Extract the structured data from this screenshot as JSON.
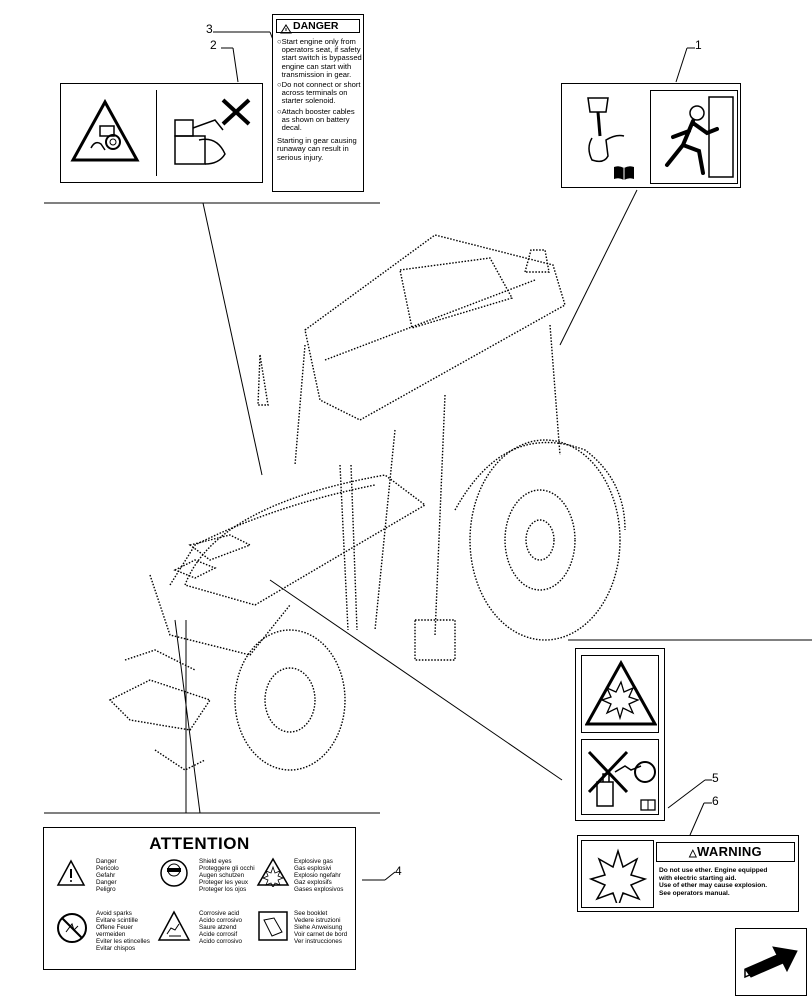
{
  "callouts": [
    "1",
    "2",
    "3",
    "4",
    "5",
    "6"
  ],
  "danger_decal": {
    "title": "DANGER",
    "items": [
      "Start engine only from operators seat, if safety start switch is bypassed engine can start with transmission in gear.",
      "Do not connect or short across terminals on starter solenoid.",
      "Attach booster cables as shown on battery decal."
    ],
    "footer": "Starting in gear causing runaway can result in serious injury."
  },
  "attention_decal": {
    "title": "ATTENTION",
    "cells": [
      [
        "Danger",
        "Pericolo",
        "Gefahr",
        "Danger",
        "Peligro"
      ],
      [
        "Shield eyes",
        "Proteggere gli occhi",
        "Augen schutzen",
        "Proteger les yeux",
        "Proteger los ojos"
      ],
      [
        "Explosive gas",
        "Gas esplosivi",
        "Explosio ngefahr",
        "Gaz explosifs",
        "Gases explosivos"
      ],
      [
        "Avoid sparks",
        "Evitare scintille",
        "Offene Feuer vermeiden",
        "Eviter les etincelles",
        "Evitar chispos"
      ],
      [
        "Corrosive acid",
        "Acido corrosivo",
        "Saure atzend",
        "Acide corrosif",
        "Acido corrosivo"
      ],
      [
        "See booklet",
        "Vedere istruzioni",
        "Siehe Anweisung",
        "Voir carnet de bord",
        "Ver instrucciones"
      ]
    ]
  },
  "warning_decal": {
    "title": "WARNING",
    "lines": [
      "Do not use ether. Engine equipped",
      "with electric starting aid.",
      "Use of ether may cause explosion.",
      "See operators manual."
    ]
  },
  "icons": [
    "hand-caught-icon",
    "starter-solenoid-icon",
    "hand-lever-icon",
    "emergency-exit-icon",
    "manual-book-icon",
    "explosion-hazard-icon",
    "no-spray-icon",
    "explosion-icon",
    "next-page-arrow-icon",
    "tractor-drawing"
  ]
}
